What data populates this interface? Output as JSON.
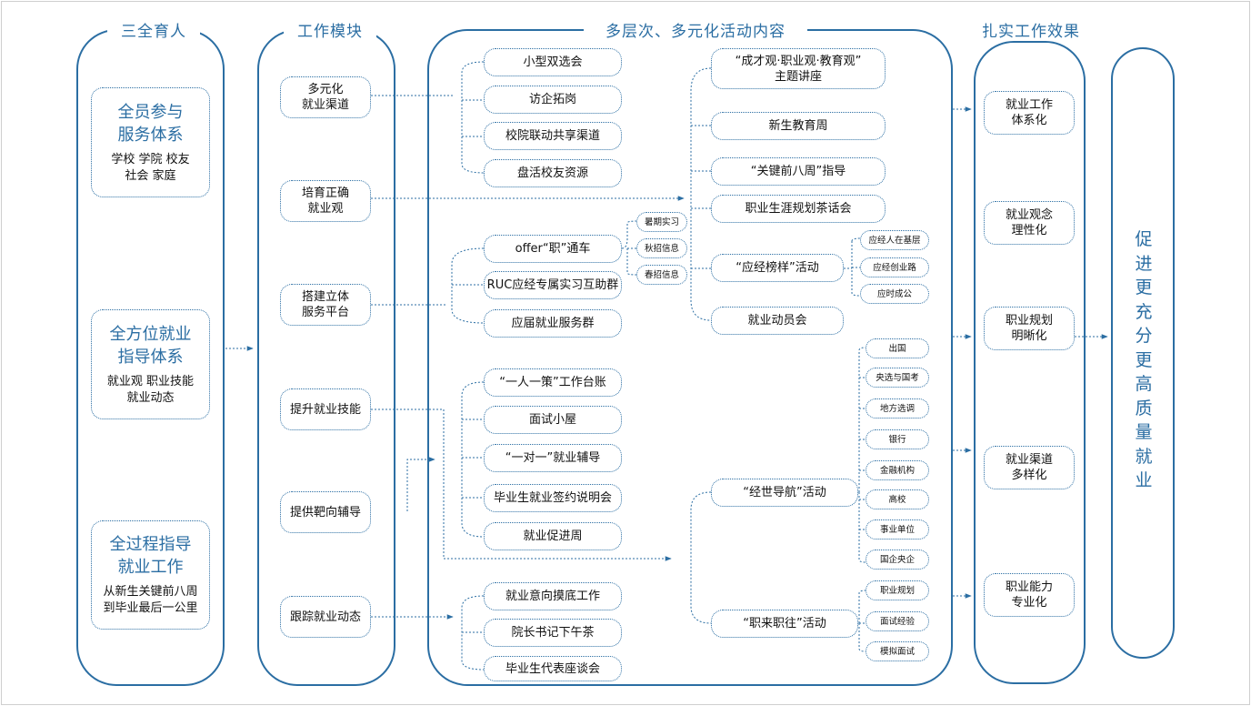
{
  "titles": {
    "col1": "三全育人",
    "col2": "工作模块",
    "col3": "多层次、多元化活动内容",
    "col4": "扎实工作效果"
  },
  "col1": [
    {
      "title": "全员参与\n服务体系",
      "sub": "学校  学院  校友\n社会  家庭"
    },
    {
      "title": "全方位就业\n指导体系",
      "sub": "就业观  职业技能\n就业动态"
    },
    {
      "title": "全过程指导\n就业工作",
      "sub": "从新生关键前八周\n到毕业最后一公里"
    }
  ],
  "modules": [
    "多元化\n就业渠道",
    "培育正确\n就业观",
    "搭建立体\n服务平台",
    "提升就业技能",
    "提供靶向辅导",
    "跟踪就业动态"
  ],
  "activities_left": [
    "小型双选会",
    "访企拓岗",
    "校院联动共享渠道",
    "盘活校友资源",
    "offer“职”通车",
    "RUC应经专属实习互助群",
    "应届就业服务群",
    "“一人一策”工作台账",
    "面试小屋",
    "“一对一”就业辅导",
    "毕业生就业签约说明会",
    "就业促进周",
    "就业意向摸底工作",
    "院长书记下午茶",
    "毕业生代表座谈会"
  ],
  "small_tags_left": [
    "暑期实习",
    "秋招信息",
    "春招信息"
  ],
  "activities_right": [
    "“成才观·职业观·教育观”\n主题讲座",
    "新生教育周",
    "“关键前八周”指导",
    "职业生涯规划茶话会",
    "“应经榜样”活动",
    "就业动员会",
    "“经世导航”活动",
    "“职来职往”活动"
  ],
  "small_tags_right": {
    "bangyang": [
      "应经人在基层",
      "应经创业路",
      "应时成公"
    ],
    "jingshi": [
      "出国",
      "央选与国考",
      "地方选调",
      "银行",
      "金融机构",
      "高校",
      "事业单位",
      "国企央企"
    ],
    "zhilai": [
      "职业规划",
      "面试经验",
      "模拟面试"
    ]
  },
  "effects": [
    "就业工作\n体系化",
    "就业观念\n理性化",
    "职业规划\n明晰化",
    "就业渠道\n多样化",
    "职业能力\n专业化"
  ],
  "final": "促进更充分更高质量就业",
  "colors": {
    "accent": "#2b6ea3",
    "text": "#111111",
    "border": "#cfcfcf"
  }
}
